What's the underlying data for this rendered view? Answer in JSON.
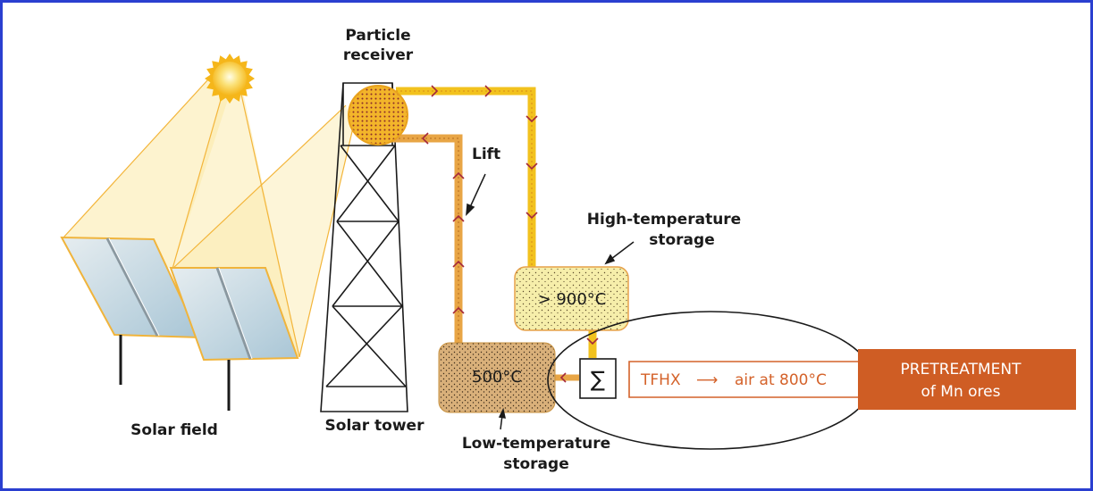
{
  "labels": {
    "particle_receiver_line1": "Particle",
    "particle_receiver_line2": "receiver",
    "lift": "Lift",
    "high_temp_line1": "High-temperature",
    "high_temp_line2": "storage",
    "high_temp_value": "> 900°C",
    "low_temp_value": "500°C",
    "low_temp_line1": "Low-temperature",
    "low_temp_line2": "storage",
    "solar_field": "Solar field",
    "solar_tower": "Solar tower",
    "hx_symbol": "∑",
    "tfhx": "TFHX",
    "tfhx_arrow": "⟶",
    "tfhx_air": "air at 800°C",
    "pretreatment_line1": "PRETREATMENT",
    "pretreatment_line2": "of Mn ores"
  },
  "colors": {
    "frame": "#2a3fd0",
    "hot_loop": "#f2c21e",
    "cold_loop": "#e8a545",
    "chevron": "#a4283a",
    "pretreatment_box": "#cf5d24",
    "tfhx_text": "#d4622a",
    "high_storage_fill": "#f6eeaa",
    "low_storage_fill": "#d9b07a",
    "sun": "#f7c51e"
  },
  "icons": [
    "sun-icon",
    "heliostat-icon",
    "heat-exchanger-icon"
  ]
}
